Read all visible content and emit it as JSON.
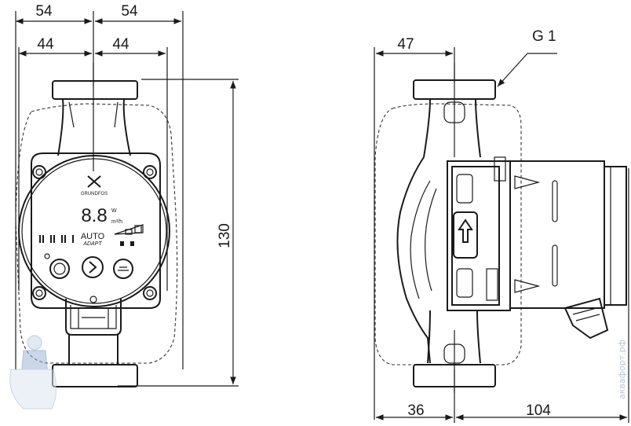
{
  "dimensions": {
    "front_half_width_outer_left": "54",
    "front_half_width_outer_right": "54",
    "front_half_width_inner_left": "44",
    "front_half_width_inner_right": "44",
    "front_height": "130",
    "side_flange_offset": "47",
    "side_bottom_left": "36",
    "side_bottom_right": "104"
  },
  "thread_label": "G 1",
  "display": {
    "brand": "GRUNDFOS",
    "segment_value": "8.8",
    "unit_power": "W",
    "unit_flow": "m³/h",
    "mode_auto": "AUTO",
    "mode_adapt": "ADAPT"
  },
  "watermark": "аквафорт.рф"
}
